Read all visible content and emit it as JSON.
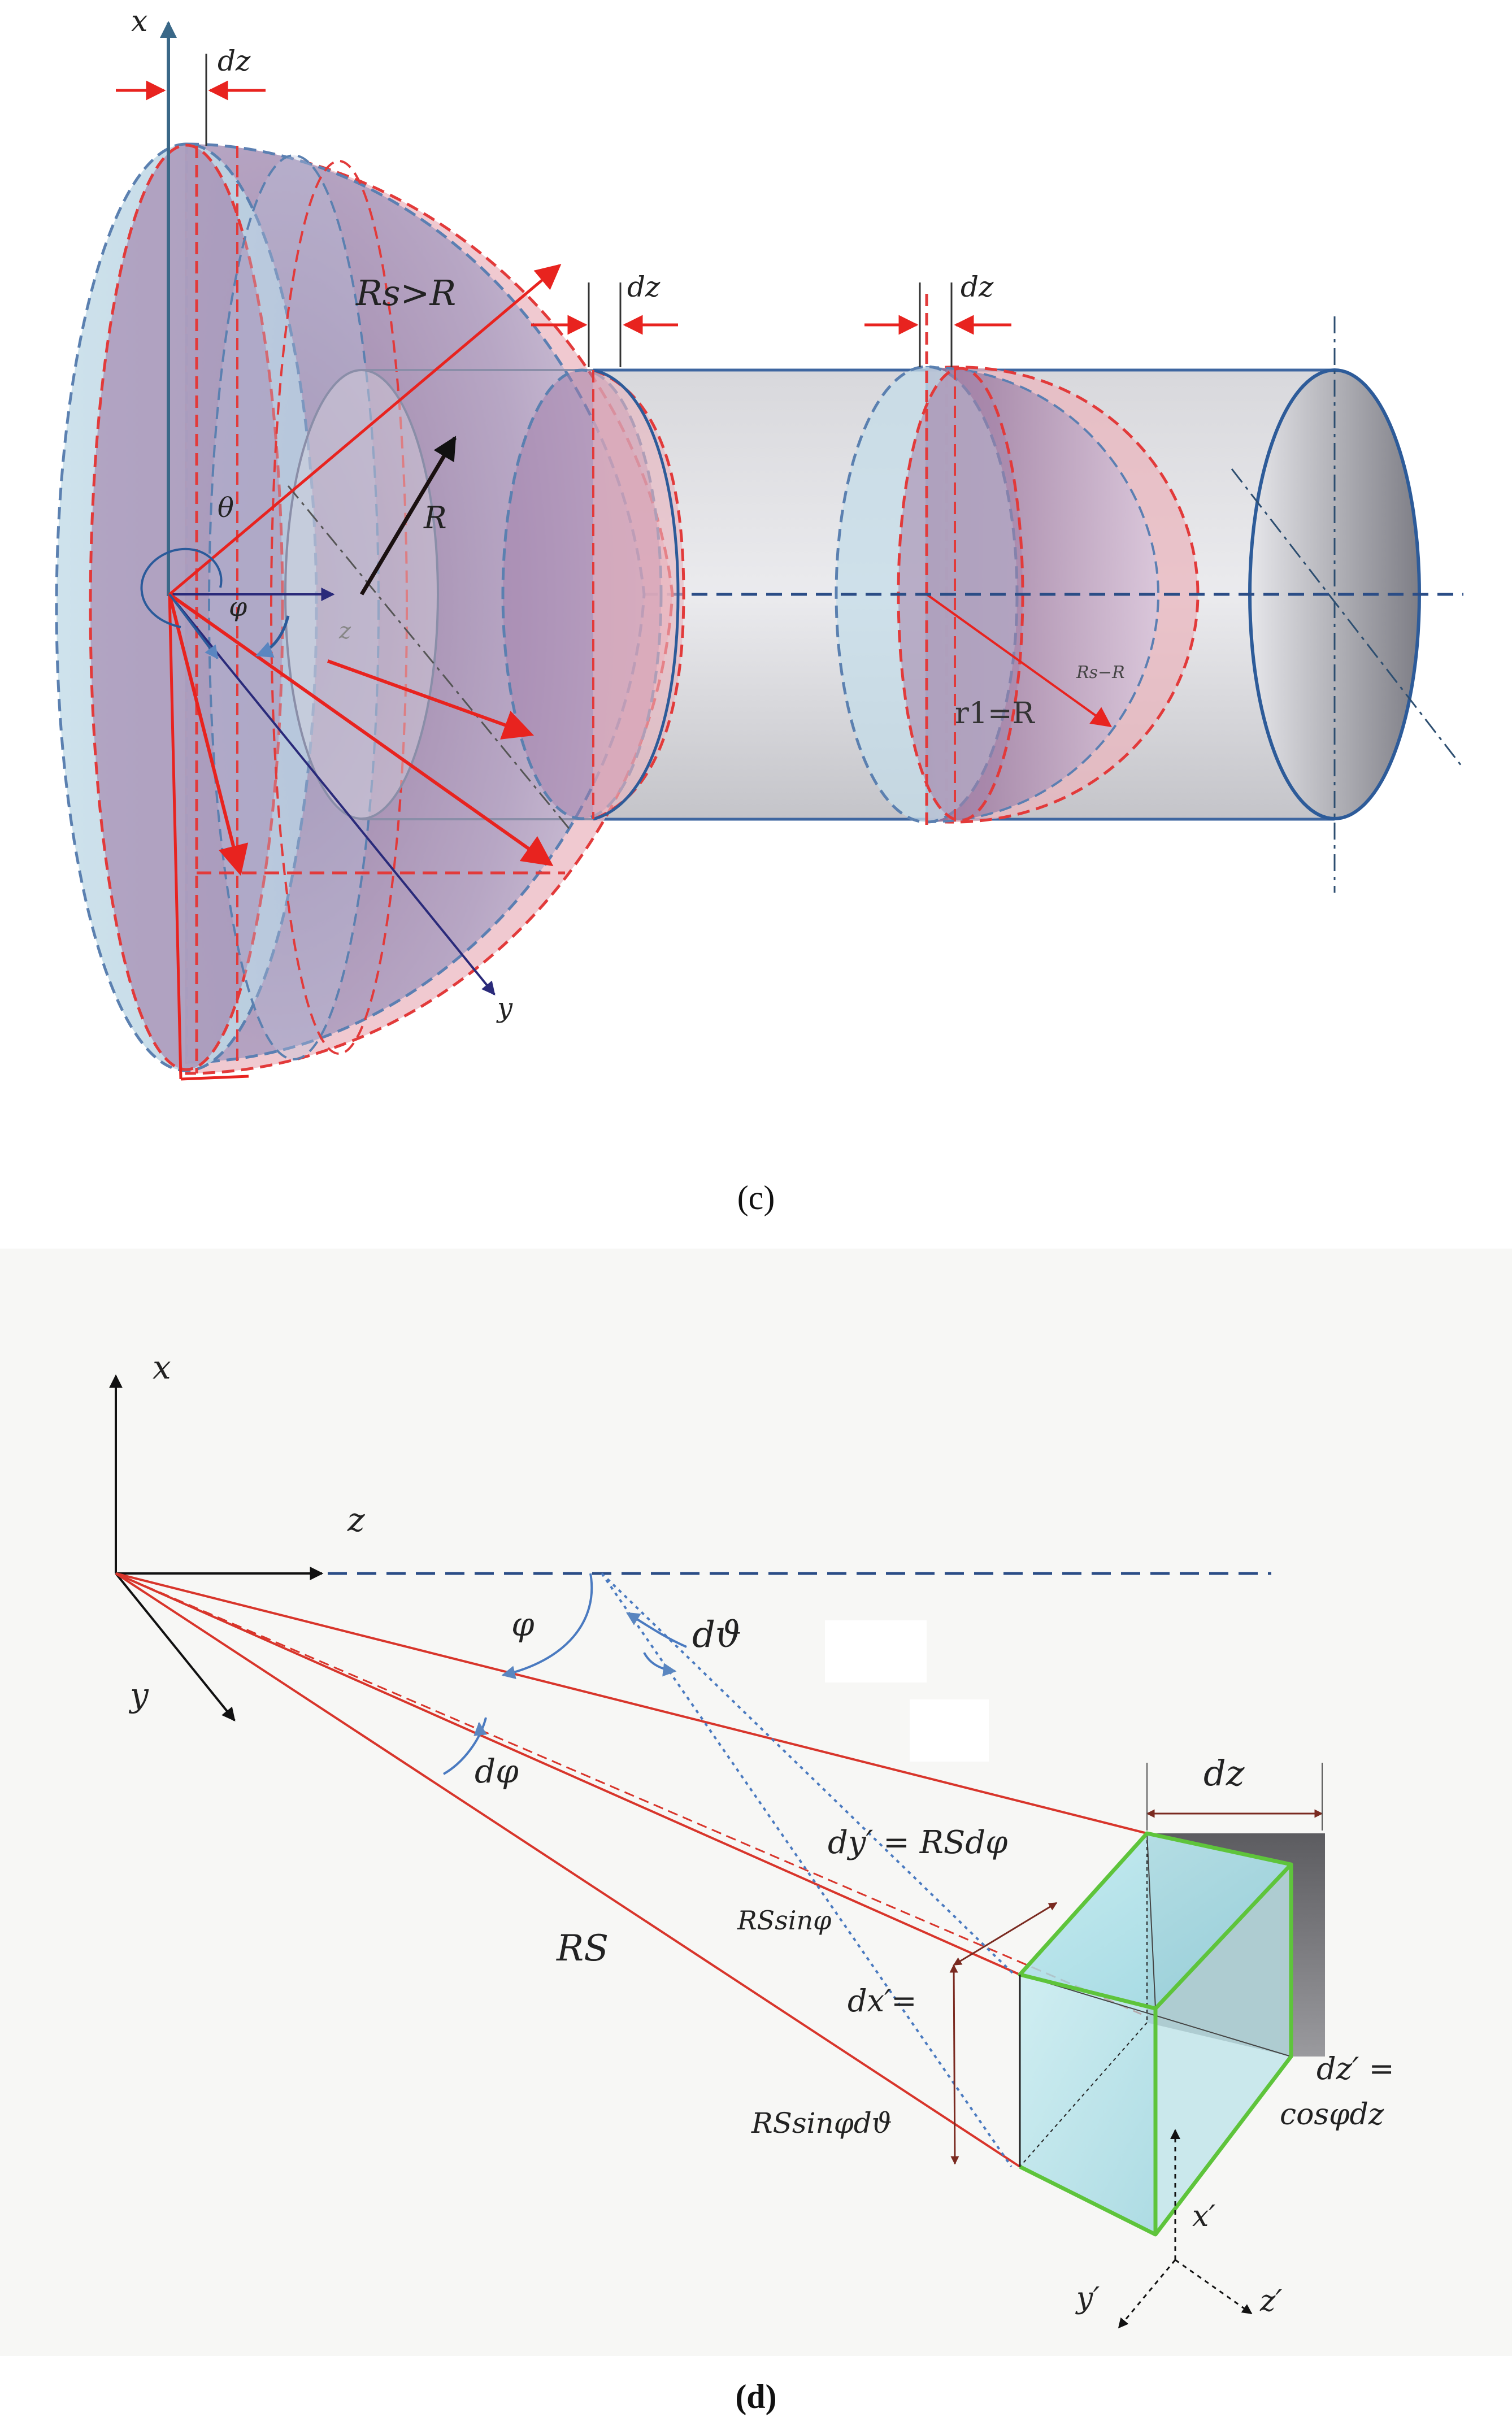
{
  "figure_c": {
    "caption": "(c)",
    "axis_x": "x",
    "axis_y": "y",
    "axis_z": "z",
    "dz_top_left": "dz",
    "dz_middle": "dz",
    "dz_right": "dz",
    "rs_gt_r": "Rs>R",
    "r_label": "R",
    "theta": "θ",
    "phi": "φ",
    "rs_minus_r": "Rs−R",
    "r1_eq_r": "r1=R"
  },
  "figure_d": {
    "caption": "(d)",
    "axis_x": "x",
    "axis_y": "y",
    "axis_z": "z",
    "phi": "φ",
    "d_theta": "dϑ",
    "d_phi": "dφ",
    "rs": "RS",
    "dz": "dz",
    "dy_prime": "dy′ = RSdφ",
    "rs_sin_phi": "RSsinφ",
    "dx_prime": "dx′=",
    "rs_sin_phi_dtheta": "RSsinφdϑ",
    "dz_prime_eq": "dz′ =",
    "cos_phi_dz": "cosφdz",
    "x_prime": "x′",
    "y_prime": "y′",
    "z_prime": "z′"
  }
}
